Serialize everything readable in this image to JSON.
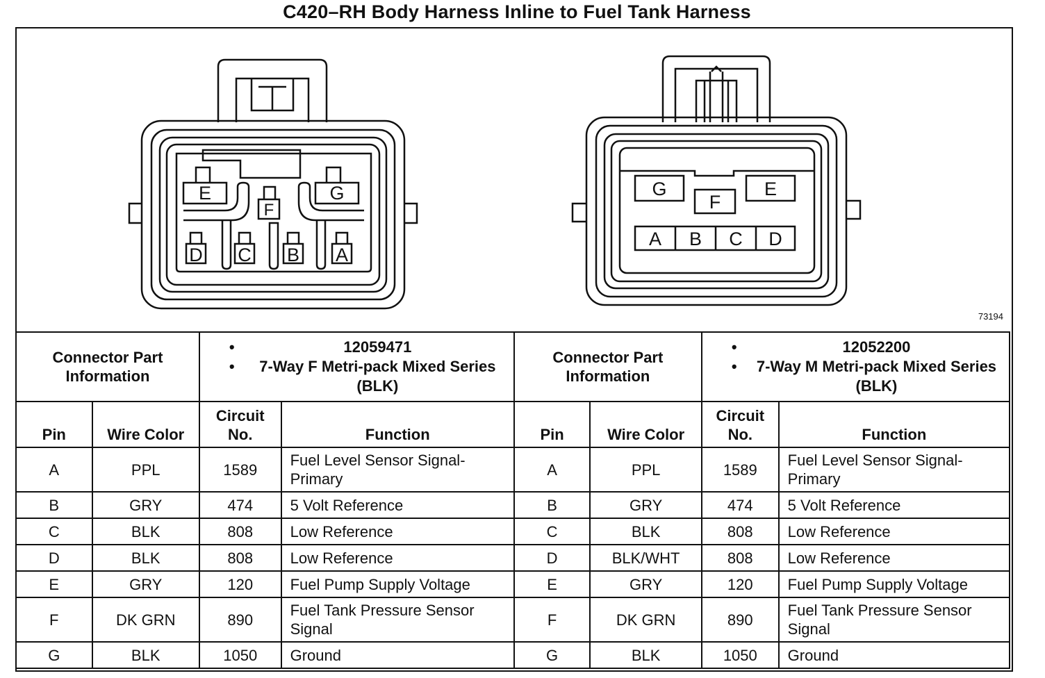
{
  "title": "C420–RH Body Harness Inline to Fuel Tank Harness",
  "figure_number": "73194",
  "connectors": [
    {
      "part_info_label": "Connector Part Information",
      "part_info": [
        "12059471",
        "7-Way F Metri-pack Mixed Series (BLK)"
      ],
      "headers": {
        "pin": "Pin",
        "wire_color": "Wire Color",
        "circuit": "Circuit No.",
        "function": "Function"
      },
      "cavity_labels": [
        "E",
        "F",
        "G",
        "D",
        "C",
        "B",
        "A"
      ],
      "rows": [
        {
          "pin": "A",
          "wire": "PPL",
          "circuit": "1589",
          "function": "Fuel Level Sensor Signal-Primary"
        },
        {
          "pin": "B",
          "wire": "GRY",
          "circuit": "474",
          "function": "5 Volt Reference"
        },
        {
          "pin": "C",
          "wire": "BLK",
          "circuit": "808",
          "function": "Low Reference"
        },
        {
          "pin": "D",
          "wire": "BLK",
          "circuit": "808",
          "function": "Low Reference"
        },
        {
          "pin": "E",
          "wire": "GRY",
          "circuit": "120",
          "function": "Fuel Pump Supply Voltage"
        },
        {
          "pin": "F",
          "wire": "DK GRN",
          "circuit": "890",
          "function": "Fuel Tank Pressure Sensor Signal"
        },
        {
          "pin": "G",
          "wire": "BLK",
          "circuit": "1050",
          "function": "Ground"
        }
      ]
    },
    {
      "part_info_label": "Connector Part Information",
      "part_info": [
        "12052200",
        "7-Way M Metri-pack Mixed Series (BLK)"
      ],
      "headers": {
        "pin": "Pin",
        "wire_color": "Wire Color",
        "circuit": "Circuit No.",
        "function": "Function"
      },
      "cavity_labels": [
        "G",
        "F",
        "E",
        "A",
        "B",
        "C",
        "D"
      ],
      "rows": [
        {
          "pin": "A",
          "wire": "PPL",
          "circuit": "1589",
          "function": "Fuel Level Sensor Signal-Primary"
        },
        {
          "pin": "B",
          "wire": "GRY",
          "circuit": "474",
          "function": "5 Volt Reference"
        },
        {
          "pin": "C",
          "wire": "BLK",
          "circuit": "808",
          "function": "Low Reference"
        },
        {
          "pin": "D",
          "wire": "BLK/WHT",
          "circuit": "808",
          "function": "Low Reference"
        },
        {
          "pin": "E",
          "wire": "GRY",
          "circuit": "120",
          "function": "Fuel Pump Supply Voltage"
        },
        {
          "pin": "F",
          "wire": "DK GRN",
          "circuit": "890",
          "function": "Fuel Tank Pressure Sensor Signal"
        },
        {
          "pin": "G",
          "wire": "BLK",
          "circuit": "1050",
          "function": "Ground"
        }
      ]
    }
  ]
}
